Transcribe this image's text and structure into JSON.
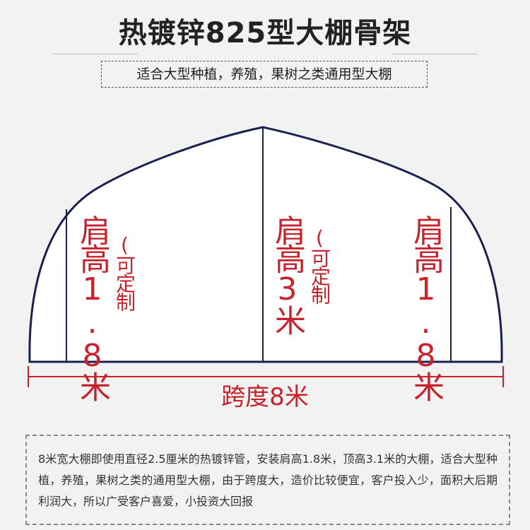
{
  "title": "热镀锌825型大棚骨架",
  "subtitle": "适合大型种植，养殖，果树之类通用型大棚",
  "diagram": {
    "left_shoulder": "肩高1.8米",
    "center_height": "肩高3米",
    "right_shoulder": "肩高1.8米",
    "customizable_left": "(可定制",
    "customizable_center": "(可定制",
    "span": "跨度8米"
  },
  "description": "8米宽大棚即使用直径2.5厘米的热镀锌管，安装肩高1.8米，顶高3.1米的大棚，适合大型种植，养殖，果树之类的通用型大棚，由于跨度大，造价比较便宜，客户投入少，面积大后期利润大，所以广受客户喜爱，小投资大回报",
  "colors": {
    "frame": "#1a2150",
    "label": "#c8232c",
    "span_line": "#c8232c"
  }
}
